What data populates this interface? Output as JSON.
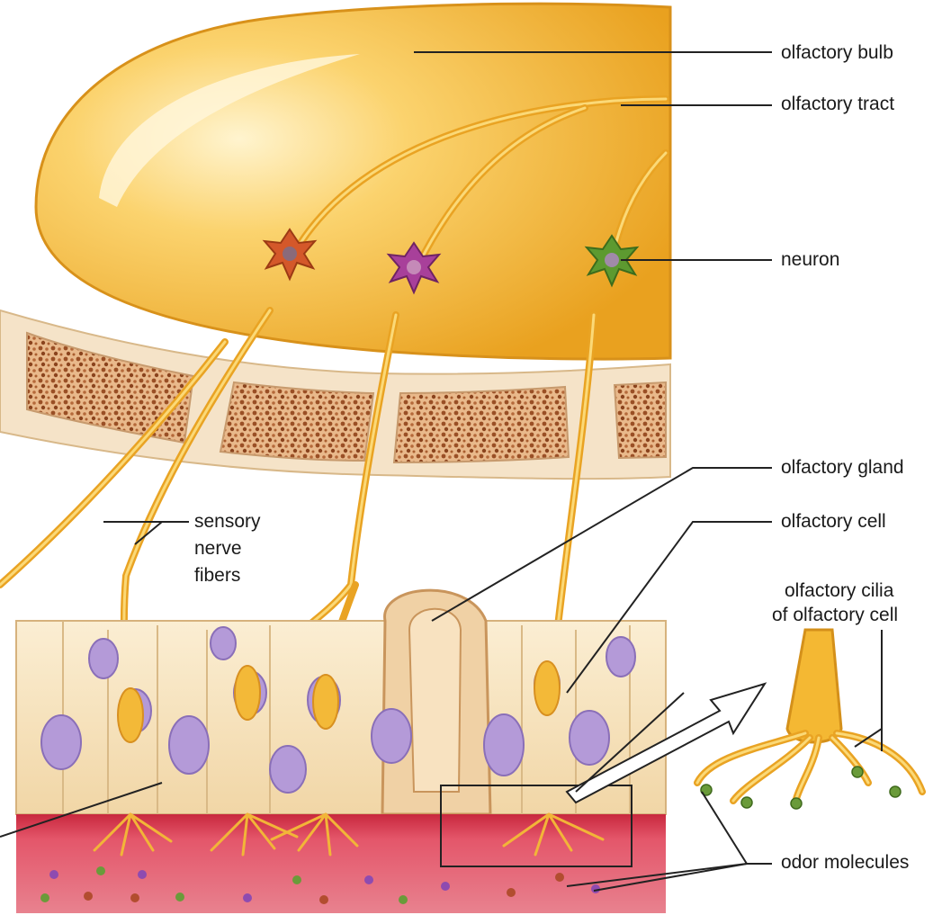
{
  "labels": {
    "olfactory_bulb": "olfactory bulb",
    "olfactory_tract": "olfactory tract",
    "neuron": "neuron",
    "olfactory_gland": "olfactory gland",
    "olfactory_cell": "olfactory cell",
    "olfactory_cilia_line1": "olfactory cilia",
    "olfactory_cilia_line2": "of olfactory cell",
    "sensory_line1": "sensory",
    "sensory_line2": "nerve",
    "sensory_line3": "fibers",
    "odor_molecules": "odor molecules"
  },
  "colors": {
    "bulb": "#f2b431",
    "bulb_light": "#fde9a8",
    "nerve": "#f4b833",
    "bone": "#f3dcbc",
    "bone_spongy": "#a6602f",
    "epithelium": "#f6dfb6",
    "nucleus": "#b49ad8",
    "mucus": "#d9344d",
    "neuron_orange": "#d4582a",
    "neuron_purple": "#a8409a",
    "neuron_green": "#5d9a30",
    "leader": "#222222"
  }
}
